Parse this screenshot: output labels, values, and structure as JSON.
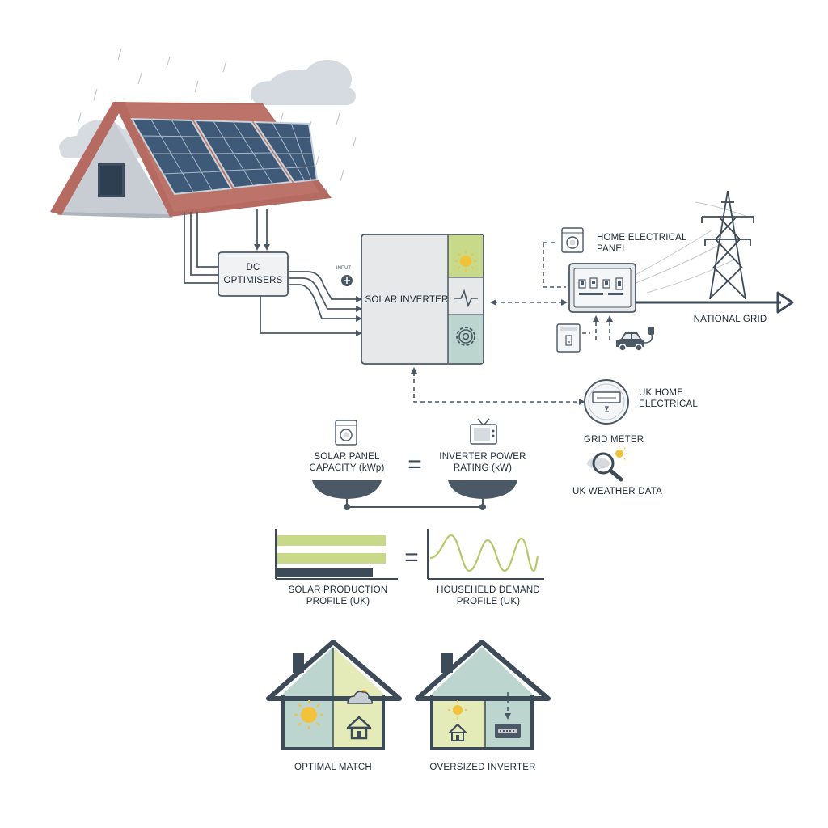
{
  "colors": {
    "panel_blue": "#3e5a78",
    "roof_red": "#b56b62",
    "wall_grey": "#c8cdd3",
    "accent_green": "#c9d98a",
    "accent_teal": "#bcd6cf",
    "sun_yellow": "#f2c23a",
    "line_dark": "#4b5866"
  },
  "labels": {
    "dc_optimisers_1": "DC",
    "dc_optimisers_2": "OPTIMISERS",
    "input_tag": "INPUT",
    "solar_inverter": "SOLAR INVERTER",
    "home_panel_1": "HOME ELECTRICAL",
    "home_panel_2": "PANEL",
    "national_grid": "NATIONAL GRID",
    "uk_home_1": "UK HOME",
    "uk_home_2": "ELECTRICAL",
    "grid_meter": "GRID METER",
    "weather": "UK WEATHER DATA",
    "capacity_1": "SOLAR PANEL",
    "capacity_2": "CAPACITY (kWp)",
    "rating_1": "INVERTER POWER",
    "rating_2": "RATING (kW)",
    "production_1": "SOLAR PRODUCTION",
    "production_2": "PROFILE (UK)",
    "demand_1": "HOUSEHELD DEMAND",
    "demand_2": "PROFILE (UK)",
    "optimal": "OPTIMAL MATCH",
    "oversized": "OVERSIZED INVERTER",
    "equals": "="
  },
  "icons": [
    "cloud-icon",
    "rain-icon",
    "sun-icon",
    "waveform-icon",
    "gear-icon",
    "washing-machine-icon",
    "tv-icon",
    "pylon-icon",
    "car-icon",
    "magnifier-icon",
    "plug-icon",
    "meter-icon"
  ]
}
